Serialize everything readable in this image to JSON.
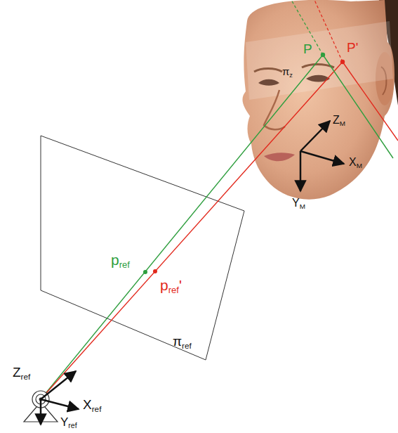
{
  "diagram": {
    "labels": [
      "Zref",
      "Xref",
      "Yref",
      "πref",
      "pref",
      "pref'",
      "πz",
      "P",
      "P'",
      "ZM",
      "XM",
      "YM"
    ]
  }
}
